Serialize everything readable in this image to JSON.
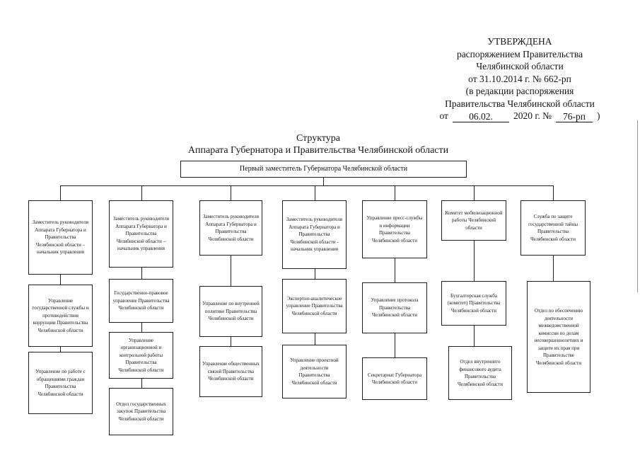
{
  "approval": {
    "line1": "УТВЕРЖДЕНА",
    "line2": "распоряжением Правительства",
    "line3": "Челябинской области",
    "line4": "от 31.10.2014 г. № 662-рп",
    "line5": "(в редакции распоряжения",
    "line6": "Правительства Челябинской области",
    "line7_prefix": "от",
    "line7_date": "06.02.",
    "line7_middle": "2020 г.  №",
    "line7_number": "76-рп",
    "line7_suffix": ")"
  },
  "title": {
    "line1": "Структура",
    "line2": "Аппарата Губернатора и Правительства Челябинской области"
  },
  "root_label": "Первый заместитель Губернатора Челябинской области",
  "columns": [
    [
      "Заместитель руководителя Аппарата Губернатора и Правительства Челябинской области – начальник управления",
      "Управление государственной службы и противодействия коррупции Правительства Челябинской области",
      "Управление по работе с обращениями граждан Правительства Челябинской области"
    ],
    [
      "Заместитель руководителя Аппарата Губернатора и Правительства Челябинской области – начальник управления",
      "Государственно-правовое управление Правительства Челябинской области",
      "Управление организационной и контрольной работы Правительства Челябинской области",
      "Отдел государственных закупок Правительства Челябинской области"
    ],
    [
      "Заместитель руководителя Аппарата Губернатора и Правительства Челябинской области",
      "Управление по внутренней политике Правительства Челябинской области",
      "Управление общественных связей Правительства Челябинской области"
    ],
    [
      "Заместитель руководителя Аппарата Губернатора и Правительства Челябинской области - начальник управления",
      "Экспертно-аналитическое управление Правительства Челябинской области",
      "Управление проектной деятельности Правительства Челябинской области"
    ],
    [
      "Управление пресс-службы и информации Правительства Челябинской области",
      "Управление протокола Правительства Челябинской области",
      "Секретариат Губернатора Челябинской области"
    ],
    [
      "Комитет мобилизационной работы Челябинской области",
      "Бухгалтерская служба (комитет) Правительства Челябинской области",
      "Отдел внутреннего финансового аудита Правительства Челябинской области"
    ],
    [
      "Служба по защите государственной тайны Правительства Челябинской области",
      "Отдел по обеспечению деятельности межведомственной комиссии по делам несовершеннолетних и защите их прав при Правительстве Челябинской области"
    ]
  ]
}
